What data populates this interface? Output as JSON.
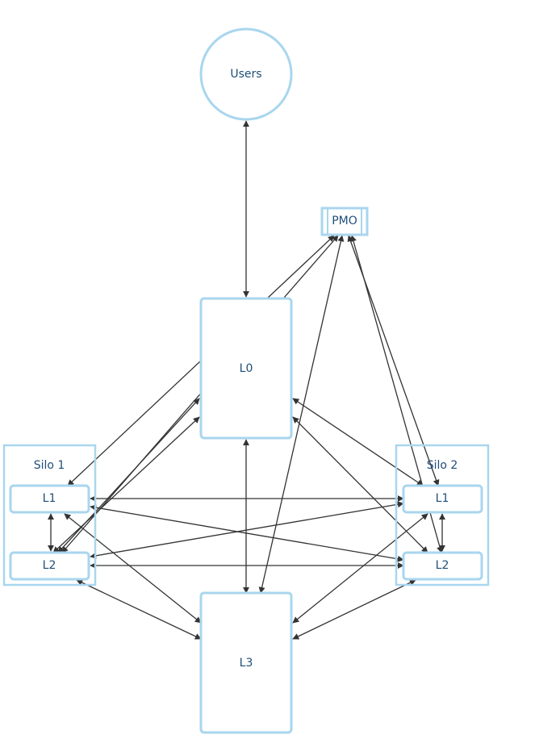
{
  "colors": {
    "node_stroke": "#a9d6ee",
    "text": "#1f4e79",
    "edge": "#333333"
  },
  "nodes": {
    "users": "Users",
    "pmo": "PMO",
    "l0": "L0",
    "l3": "L3"
  },
  "clusters": {
    "silo1": {
      "title": "Silo 1",
      "l1": "L1",
      "l2": "L2"
    },
    "silo2": {
      "title": "Silo 2",
      "l1": "L1",
      "l2": "L2"
    }
  }
}
